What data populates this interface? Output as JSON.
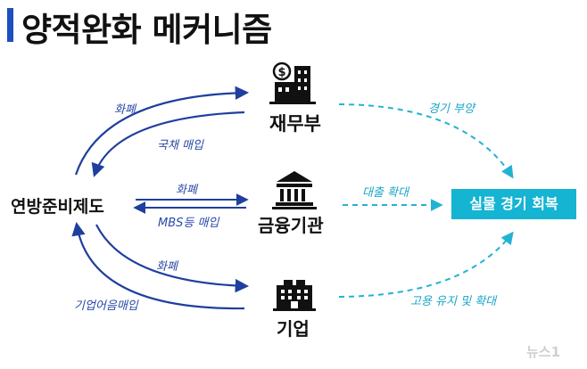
{
  "title": "양적완화 메커니즘",
  "colors": {
    "title_bar": "#1f4fbf",
    "blue_arrow": "#1f3f9f",
    "cyan_arrow": "#23b3d2",
    "result_box": "#14b4d2"
  },
  "nodes": {
    "fed": "연방준비제도",
    "treasury": "재무부",
    "financial": "금융기관",
    "company": "기업",
    "result": "실물 경기 회복"
  },
  "icons": {
    "treasury": "building-dollar-icon",
    "financial": "bank-icon",
    "company": "office-building-icon"
  },
  "flows": {
    "fed_to_treasury": "화폐",
    "treasury_to_fed": "국채 매입",
    "fed_to_financial": "화폐",
    "financial_to_fed": "MBS등 매입",
    "fed_to_company": "화폐",
    "company_to_fed": "기업어음매입",
    "treasury_to_result": "경기 부양",
    "financial_to_result": "대출 확대",
    "company_to_result": "고용 유지 및 확대"
  },
  "watermark": "뉴스1"
}
